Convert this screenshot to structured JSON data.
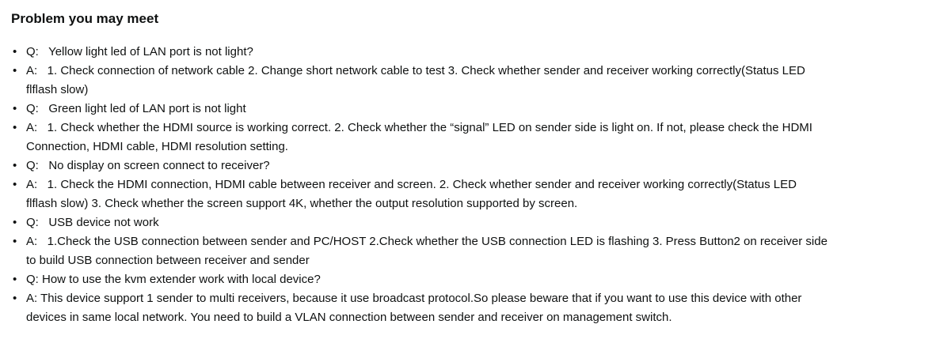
{
  "section": {
    "title": "Problem you may meet"
  },
  "icons": {
    "bullet": "•"
  },
  "colors": {
    "text": "#0f1111",
    "background": "#ffffff"
  },
  "faq": {
    "items": [
      "Q:   Yellow light led of LAN port is not light?",
      "A:   1. Check connection of network cable 2. Change short network cable to test 3. Check whether sender and receiver working correctly(Status LED\nflflash slow)",
      "Q:   Green light led of LAN port is not light",
      "A:   1. Check whether the HDMI source is working correct. 2. Check whether the “signal” LED on sender side is light on. If not, please check the HDMI\nConnection, HDMI cable, HDMI resolution setting.",
      "Q:   No display on screen connect to receiver?",
      "A:   1. Check the HDMI connection, HDMI cable between receiver and screen. 2. Check whether sender and receiver working correctly(Status LED\nflflash slow) 3. Check whether the screen support 4K, whether the output resolution supported by screen.",
      "Q:   USB device not work",
      "A:   1.Check the USB connection between sender and PC/HOST 2.Check whether the USB connection LED is flashing 3. Press Button2 on receiver side\nto build USB connection between receiver and sender",
      "Q: How to use the kvm extender work with local device?",
      "A: This device support 1 sender to multi receivers, because it use broadcast protocol.So please beware that if you want to use this device with other\ndevices in same local network. You need to build a VLAN connection between sender and receiver on management switch."
    ]
  }
}
